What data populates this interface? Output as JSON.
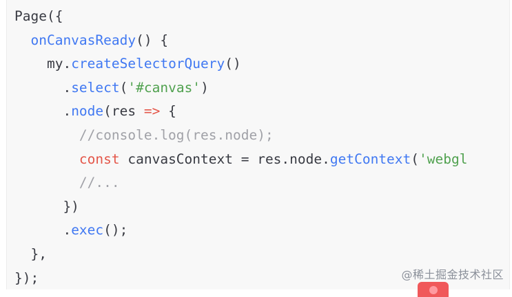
{
  "code_lines": [
    [
      {
        "t": "Page({",
        "c": "pl"
      }
    ],
    [
      {
        "t": "  ",
        "c": "pl"
      },
      {
        "t": "onCanvasReady",
        "c": "fn"
      },
      {
        "t": "() {",
        "c": "pl"
      }
    ],
    [
      {
        "t": "    my.",
        "c": "pl"
      },
      {
        "t": "createSelectorQuery",
        "c": "fn"
      },
      {
        "t": "()",
        "c": "pl"
      }
    ],
    [
      {
        "t": "      .",
        "c": "pl"
      },
      {
        "t": "select",
        "c": "fn"
      },
      {
        "t": "(",
        "c": "pl"
      },
      {
        "t": "'#canvas'",
        "c": "str"
      },
      {
        "t": ")",
        "c": "pl"
      }
    ],
    [
      {
        "t": "      .",
        "c": "pl"
      },
      {
        "t": "node",
        "c": "fn"
      },
      {
        "t": "(res ",
        "c": "pl"
      },
      {
        "t": "=>",
        "c": "kw"
      },
      {
        "t": " {",
        "c": "pl"
      }
    ],
    [
      {
        "t": "        ",
        "c": "pl"
      },
      {
        "t": "//console.log(res.node);",
        "c": "cm"
      }
    ],
    [
      {
        "t": "        ",
        "c": "pl"
      },
      {
        "t": "const",
        "c": "kw"
      },
      {
        "t": " canvasContext = res.node.",
        "c": "pl"
      },
      {
        "t": "getContext",
        "c": "fn"
      },
      {
        "t": "(",
        "c": "pl"
      },
      {
        "t": "'webgl",
        "c": "str"
      }
    ],
    [
      {
        "t": "        ",
        "c": "pl"
      },
      {
        "t": "//...",
        "c": "cm"
      }
    ],
    [
      {
        "t": "      })",
        "c": "pl"
      }
    ],
    [
      {
        "t": "      .",
        "c": "pl"
      },
      {
        "t": "exec",
        "c": "fn"
      },
      {
        "t": "();",
        "c": "pl"
      }
    ],
    [
      {
        "t": "  },",
        "c": "pl"
      }
    ],
    [
      {
        "t": "});",
        "c": "pl"
      }
    ]
  ],
  "watermark": "@稀土掘金技术社区",
  "icons": {
    "badge": "juejin-badge-icon"
  },
  "colors": {
    "background": "#f8f8f8",
    "plain": "#383a42",
    "function": "#4078f2",
    "string": "#50a14f",
    "keyword": "#e45649",
    "comment": "#a0a1a7",
    "badge": "#f0585a"
  }
}
